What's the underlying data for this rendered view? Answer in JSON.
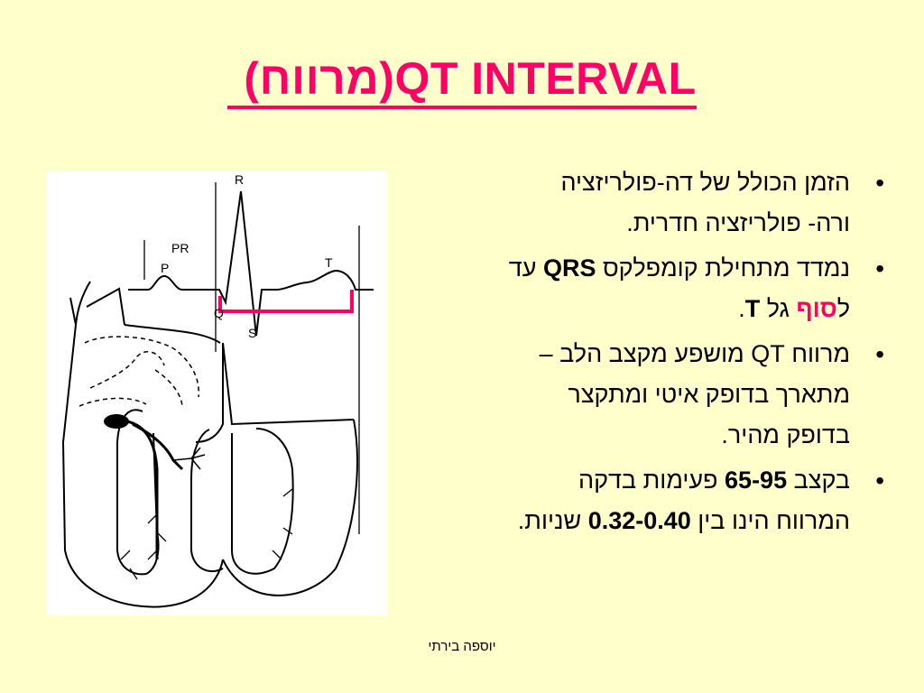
{
  "slide": {
    "title_en": "QT  INTERVAL",
    "title_he": "(מרווח)",
    "footer": "יוספה בירתי"
  },
  "figure": {
    "wave_labels": {
      "r": "R",
      "pr": "PR",
      "p": "P",
      "t": "T",
      "q": "Q",
      "s": "S"
    },
    "qt_bracket_color": "#ff0066"
  },
  "bullets": [
    {
      "lines": [
        "הזמן הכולל של דה-פולריזציה",
        "ורה- פולריזציה חדרית."
      ]
    },
    {
      "l1_pre": "נמדד מתחילת קומפלקס ",
      "l1_bold": "QRS",
      "l1_post": " עד",
      "l2_pre": "ל",
      "l2_pink": "סוף",
      "l2_mid": " גל ",
      "l2_bold": "T",
      "l2_end": "."
    },
    {
      "lines": [
        "מרווח QT מושפע מקצב הלב –",
        "מתארך בדופק איטי ומתקצר",
        "בדופק מהיר."
      ]
    },
    {
      "l1_pre": "בקצב ",
      "l1_bold": "65-95",
      "l1_post": " פעימות בדקה",
      "l2_pre": "המרווח הינו בין ",
      "l2_bold": "0.32-0.40",
      "l2_end": " שניות."
    }
  ],
  "colors": {
    "background": "#ffffcc",
    "accent": "#ff0066",
    "text": "#000000"
  }
}
